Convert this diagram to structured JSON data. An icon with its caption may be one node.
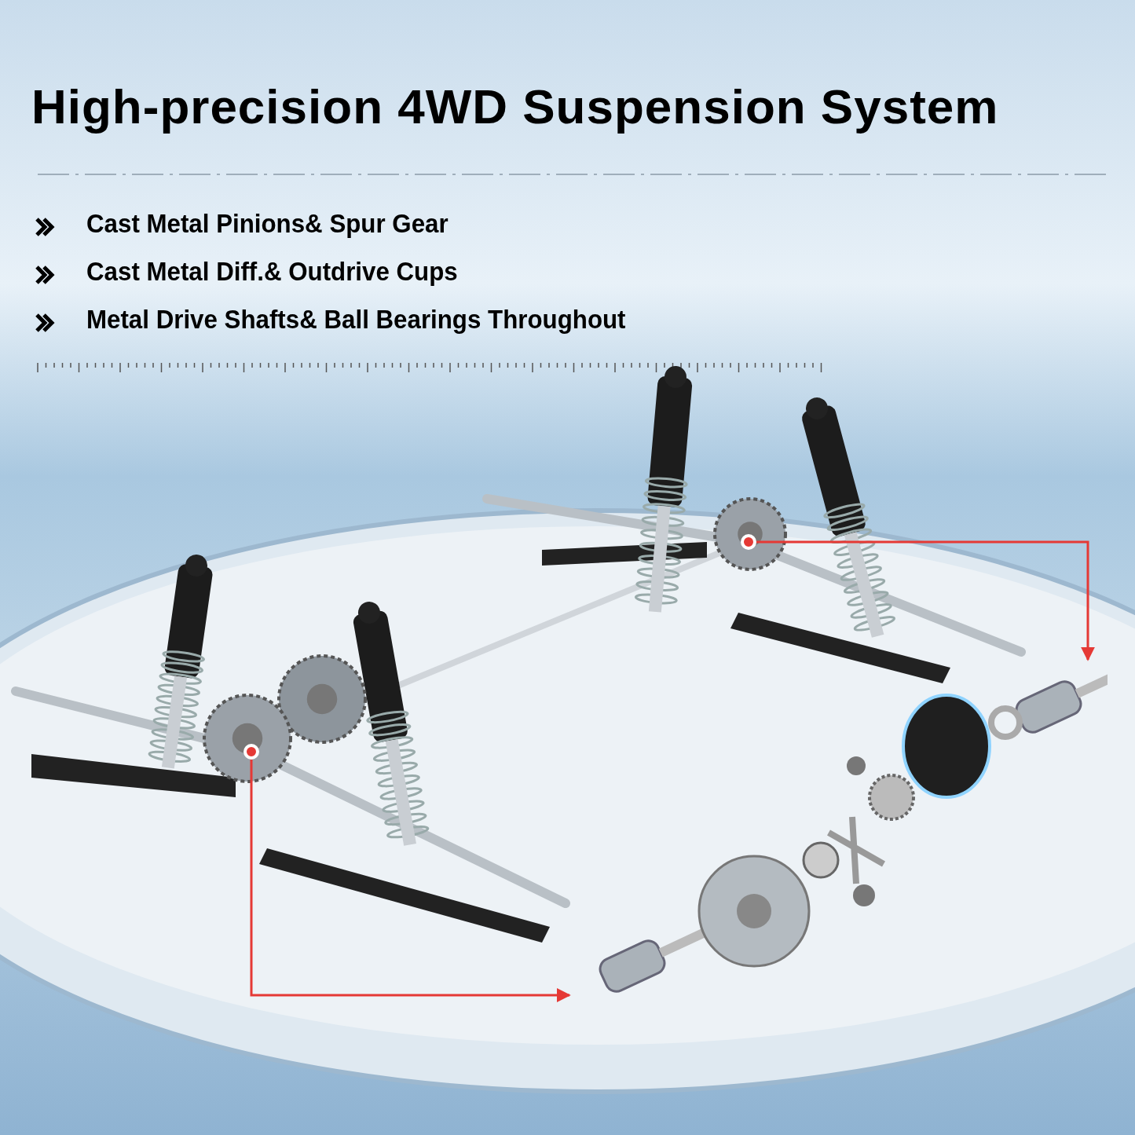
{
  "diagram": {
    "title": "High-precision 4WD Suspension System",
    "nodes": [
      {
        "text": [],
        "shape": "circle"
      },
      {
        "text": [],
        "shape": "circle"
      },
      {
        "text": [],
        "shape": "picture"
      }
    ],
    "edges": [
      {
        "from": 0,
        "to": 2,
        "arrow": "to"
      },
      {
        "from": 1,
        "to": 2,
        "arrow": "to"
      }
    ],
    "labels": [
      "Cast Metal Pinions& Spur Gear",
      "Cast Metal Diff.& Outdrive Cups",
      "Metal Drive Shafts& Ball Bearings Throughout"
    ]
  }
}
